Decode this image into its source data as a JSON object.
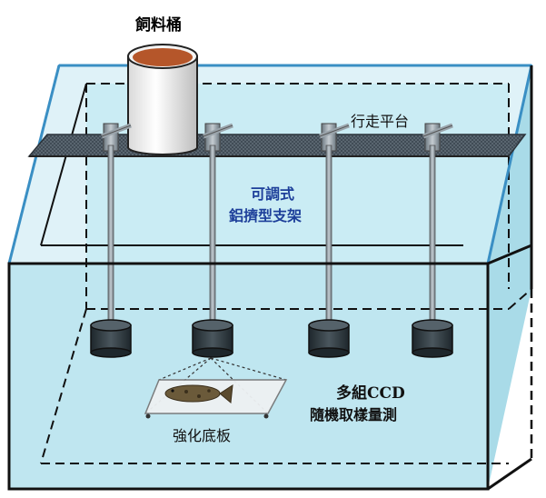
{
  "labels": {
    "feed_bucket": "飼料桶",
    "walkway": "行走平台",
    "bracket_line1": "可調式",
    "bracket_line2": "鋁擠型支架",
    "ccd_line1": "多組CCD",
    "ccd_line2": "隨機取樣量測",
    "plate": "強化底板"
  },
  "colors": {
    "water": "#bfe6f0",
    "water_light": "#d8f1f7",
    "tank_frame": "#5a9ec8",
    "walkway": "#4a5560",
    "pole": "#8e9aa3",
    "camera": "#2f3a40",
    "feed": "#b5562a",
    "label_blue": "#1d3f9a"
  },
  "camera_count": 4
}
